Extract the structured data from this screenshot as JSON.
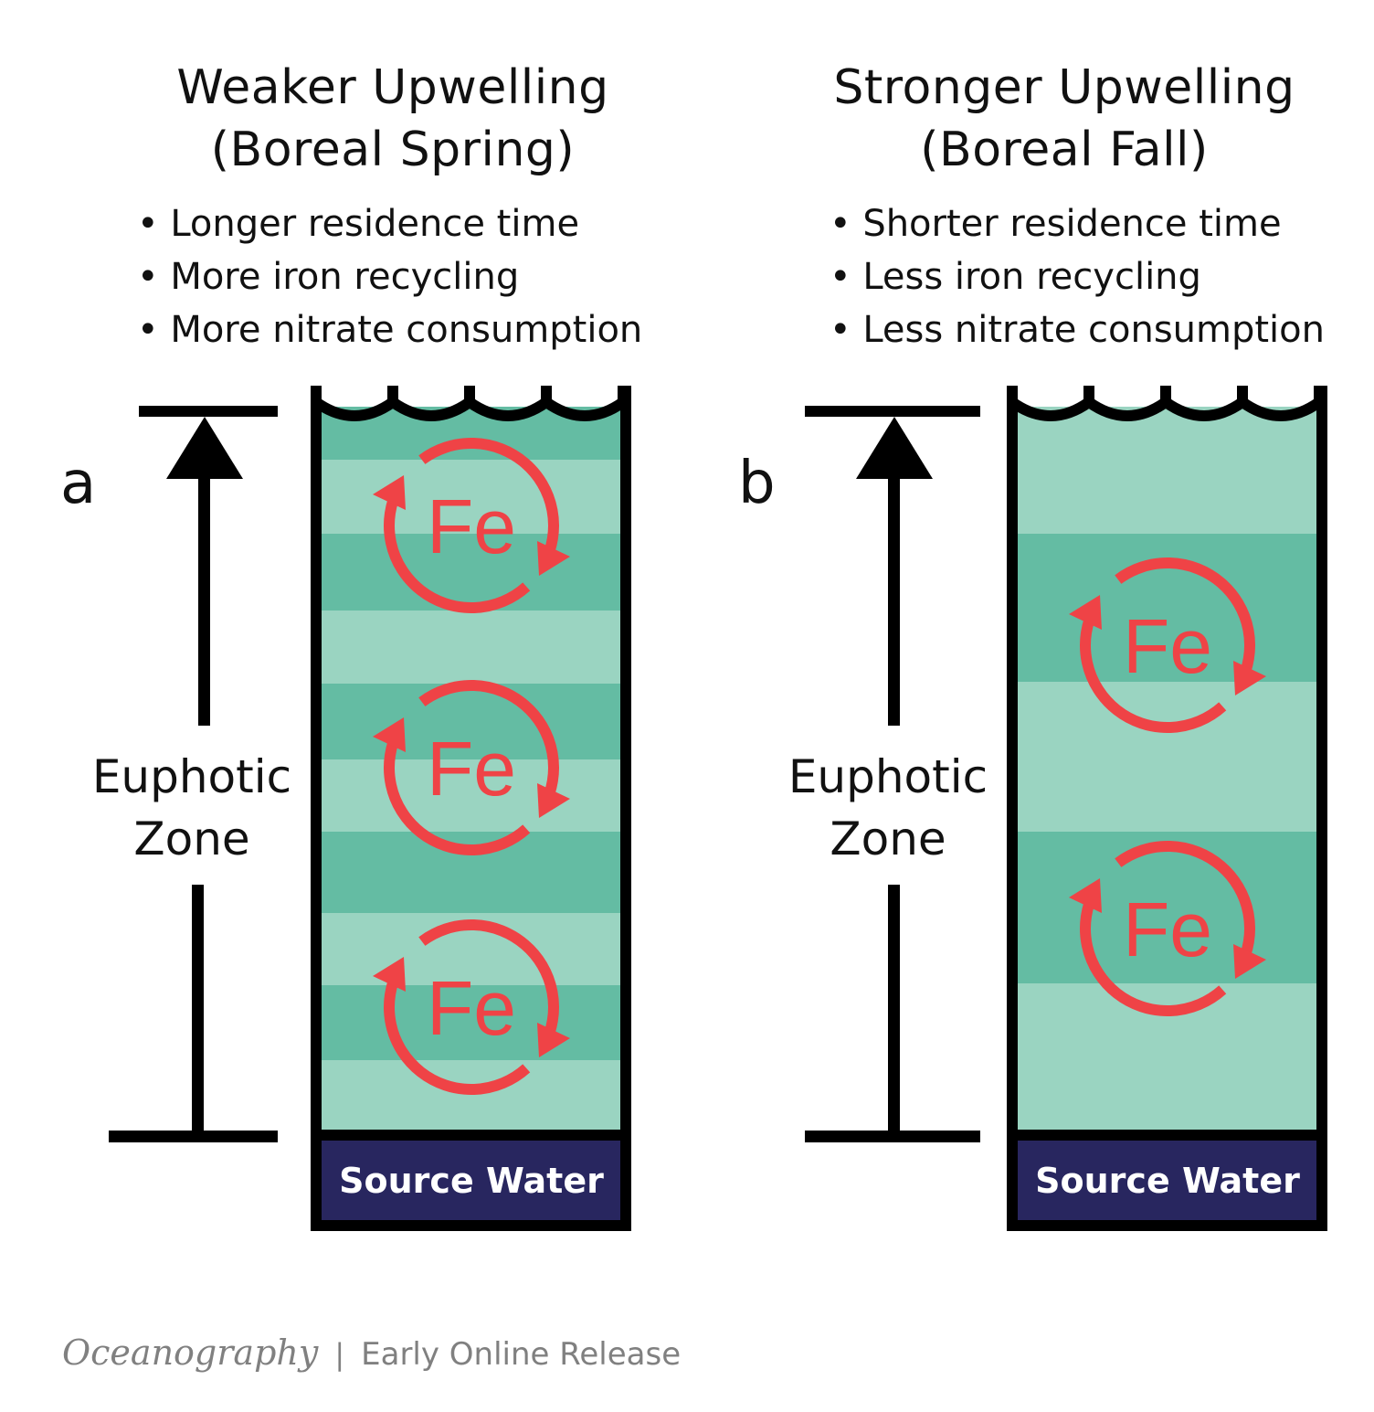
{
  "panels": [
    {
      "id": "a",
      "label": "a",
      "title_line1": "Weaker Upwelling",
      "title_line2": "(Boreal Spring)",
      "bullets": [
        "Longer residence time",
        "More iron recycling",
        "More nitrate consumption"
      ],
      "zone_label_line1": "Euphotic",
      "zone_label_line2": "Zone",
      "source_label": "Source Water",
      "fe_label": "Fe",
      "fe_cycle_count": 3,
      "band_pattern": [
        "dark",
        "light",
        "dark",
        "light",
        "dark",
        "light",
        "dark",
        "light",
        "dark",
        "light"
      ]
    },
    {
      "id": "b",
      "label": "b",
      "title_line1": "Stronger Upwelling",
      "title_line2": "(Boreal Fall)",
      "bullets": [
        "Shorter residence time",
        "Less iron recycling",
        "Less nitrate consumption"
      ],
      "zone_label_line1": "Euphotic",
      "zone_label_line2": "Zone",
      "source_label": "Source Water",
      "fe_label": "Fe",
      "fe_cycle_count": 2,
      "band_pattern": [
        "light",
        "dark",
        "light",
        "dark",
        "light"
      ]
    }
  ],
  "colors": {
    "water_dark": "#64bca3",
    "water_light": "#9ad4c1",
    "source_water": "#28265f",
    "iron_cycle": "#ef4346",
    "outline": "#000000",
    "footer_text": "#808080"
  },
  "footer": {
    "journal": "Oceanography",
    "separator": "|",
    "release": "Early Online Release"
  }
}
